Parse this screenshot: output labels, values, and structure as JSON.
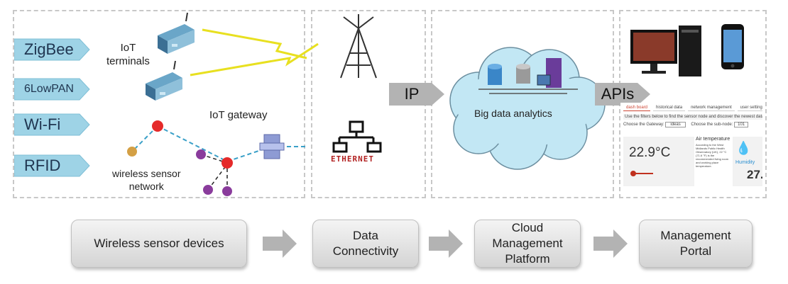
{
  "protocols": [
    "ZigBee",
    "6LowPAN",
    "Wi-Fi",
    "RFID"
  ],
  "labels": {
    "iot_terminals": "IoT\nterminals",
    "iot_gateway": "IoT gateway",
    "wsn": "wireless sensor\nnetwork",
    "ethernet": "ETHERNET",
    "big_data": "Big data analytics"
  },
  "tags": {
    "ip": "IP",
    "apis": "APIs"
  },
  "stages": [
    "Wireless sensor devices",
    "Data\nConnectivity",
    "Cloud\nManagement\nPlatform",
    "Management\nPortal"
  ],
  "portal": {
    "tabs": [
      "dash board",
      "historical data",
      "network management",
      "user setting"
    ],
    "hint": "Use the filters below to find the sensor node and discover the newest data",
    "gateway_label": "Choose the Gateway:",
    "gateway_value": "ideas",
    "subnode_label": "Choose the sub-node:",
    "subnode_value": "101",
    "temperature": "22.9°C",
    "air_title": "Air temperature",
    "air_text": "According to the West Midlands Public Health Observatory (UK), 22 °C (71.6 °F) is the recommended living room and working place temperature.",
    "humidity_label": "Humidity",
    "humidity_value": "27."
  },
  "colors": {
    "protocol_arrow": "#9ed3e6",
    "gray_arrow": "#b3b3b3",
    "cloud": "#c2e7f4",
    "link_line": "#3aa0c8",
    "lightning": "#e8e020"
  },
  "icons": [
    "router-icon",
    "radio-tower-icon",
    "sensor-node-icon",
    "gateway-icon",
    "ethernet-icon",
    "database-icon",
    "server-icon",
    "desktop-computer-icon",
    "smartphone-icon"
  ]
}
